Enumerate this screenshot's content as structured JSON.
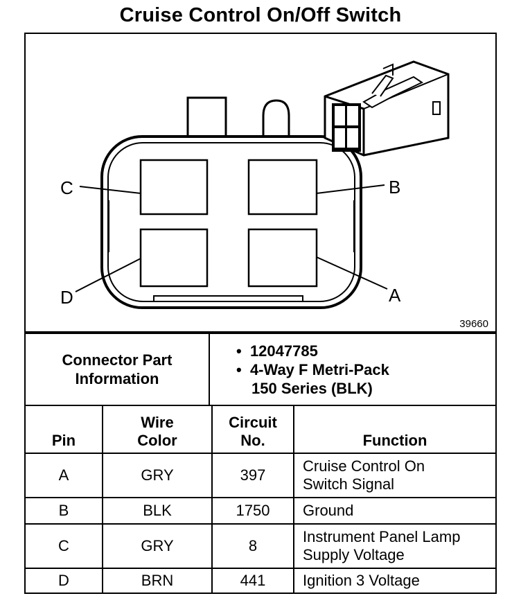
{
  "title": "Cruise Control On/Off Switch",
  "figure_number": "39660",
  "pin_labels": {
    "a": "A",
    "b": "B",
    "c": "C",
    "d": "D"
  },
  "connector_info": {
    "label_line1": "Connector Part",
    "label_line2": "Information",
    "items": [
      "12047785",
      "4-Way F Metri-Pack",
      "150 Series (BLK)"
    ],
    "bullet": "•"
  },
  "pin_table": {
    "headers": {
      "pin": "Pin",
      "wire_line1": "Wire",
      "wire_line2": "Color",
      "circuit_line1": "Circuit",
      "circuit_line2": "No.",
      "function": "Function"
    },
    "rows": [
      {
        "pin": "A",
        "color": "GRY",
        "circuit": "397",
        "function_line1": "Cruise Control On",
        "function_line2": "Switch Signal"
      },
      {
        "pin": "B",
        "color": "BLK",
        "circuit": "1750",
        "function_line1": "Ground",
        "function_line2": ""
      },
      {
        "pin": "C",
        "color": "GRY",
        "circuit": "8",
        "function_line1": "Instrument Panel Lamp",
        "function_line2": "Supply Voltage"
      },
      {
        "pin": "D",
        "color": "BRN",
        "circuit": "441",
        "function_line1": "Ignition 3 Voltage",
        "function_line2": ""
      }
    ]
  }
}
